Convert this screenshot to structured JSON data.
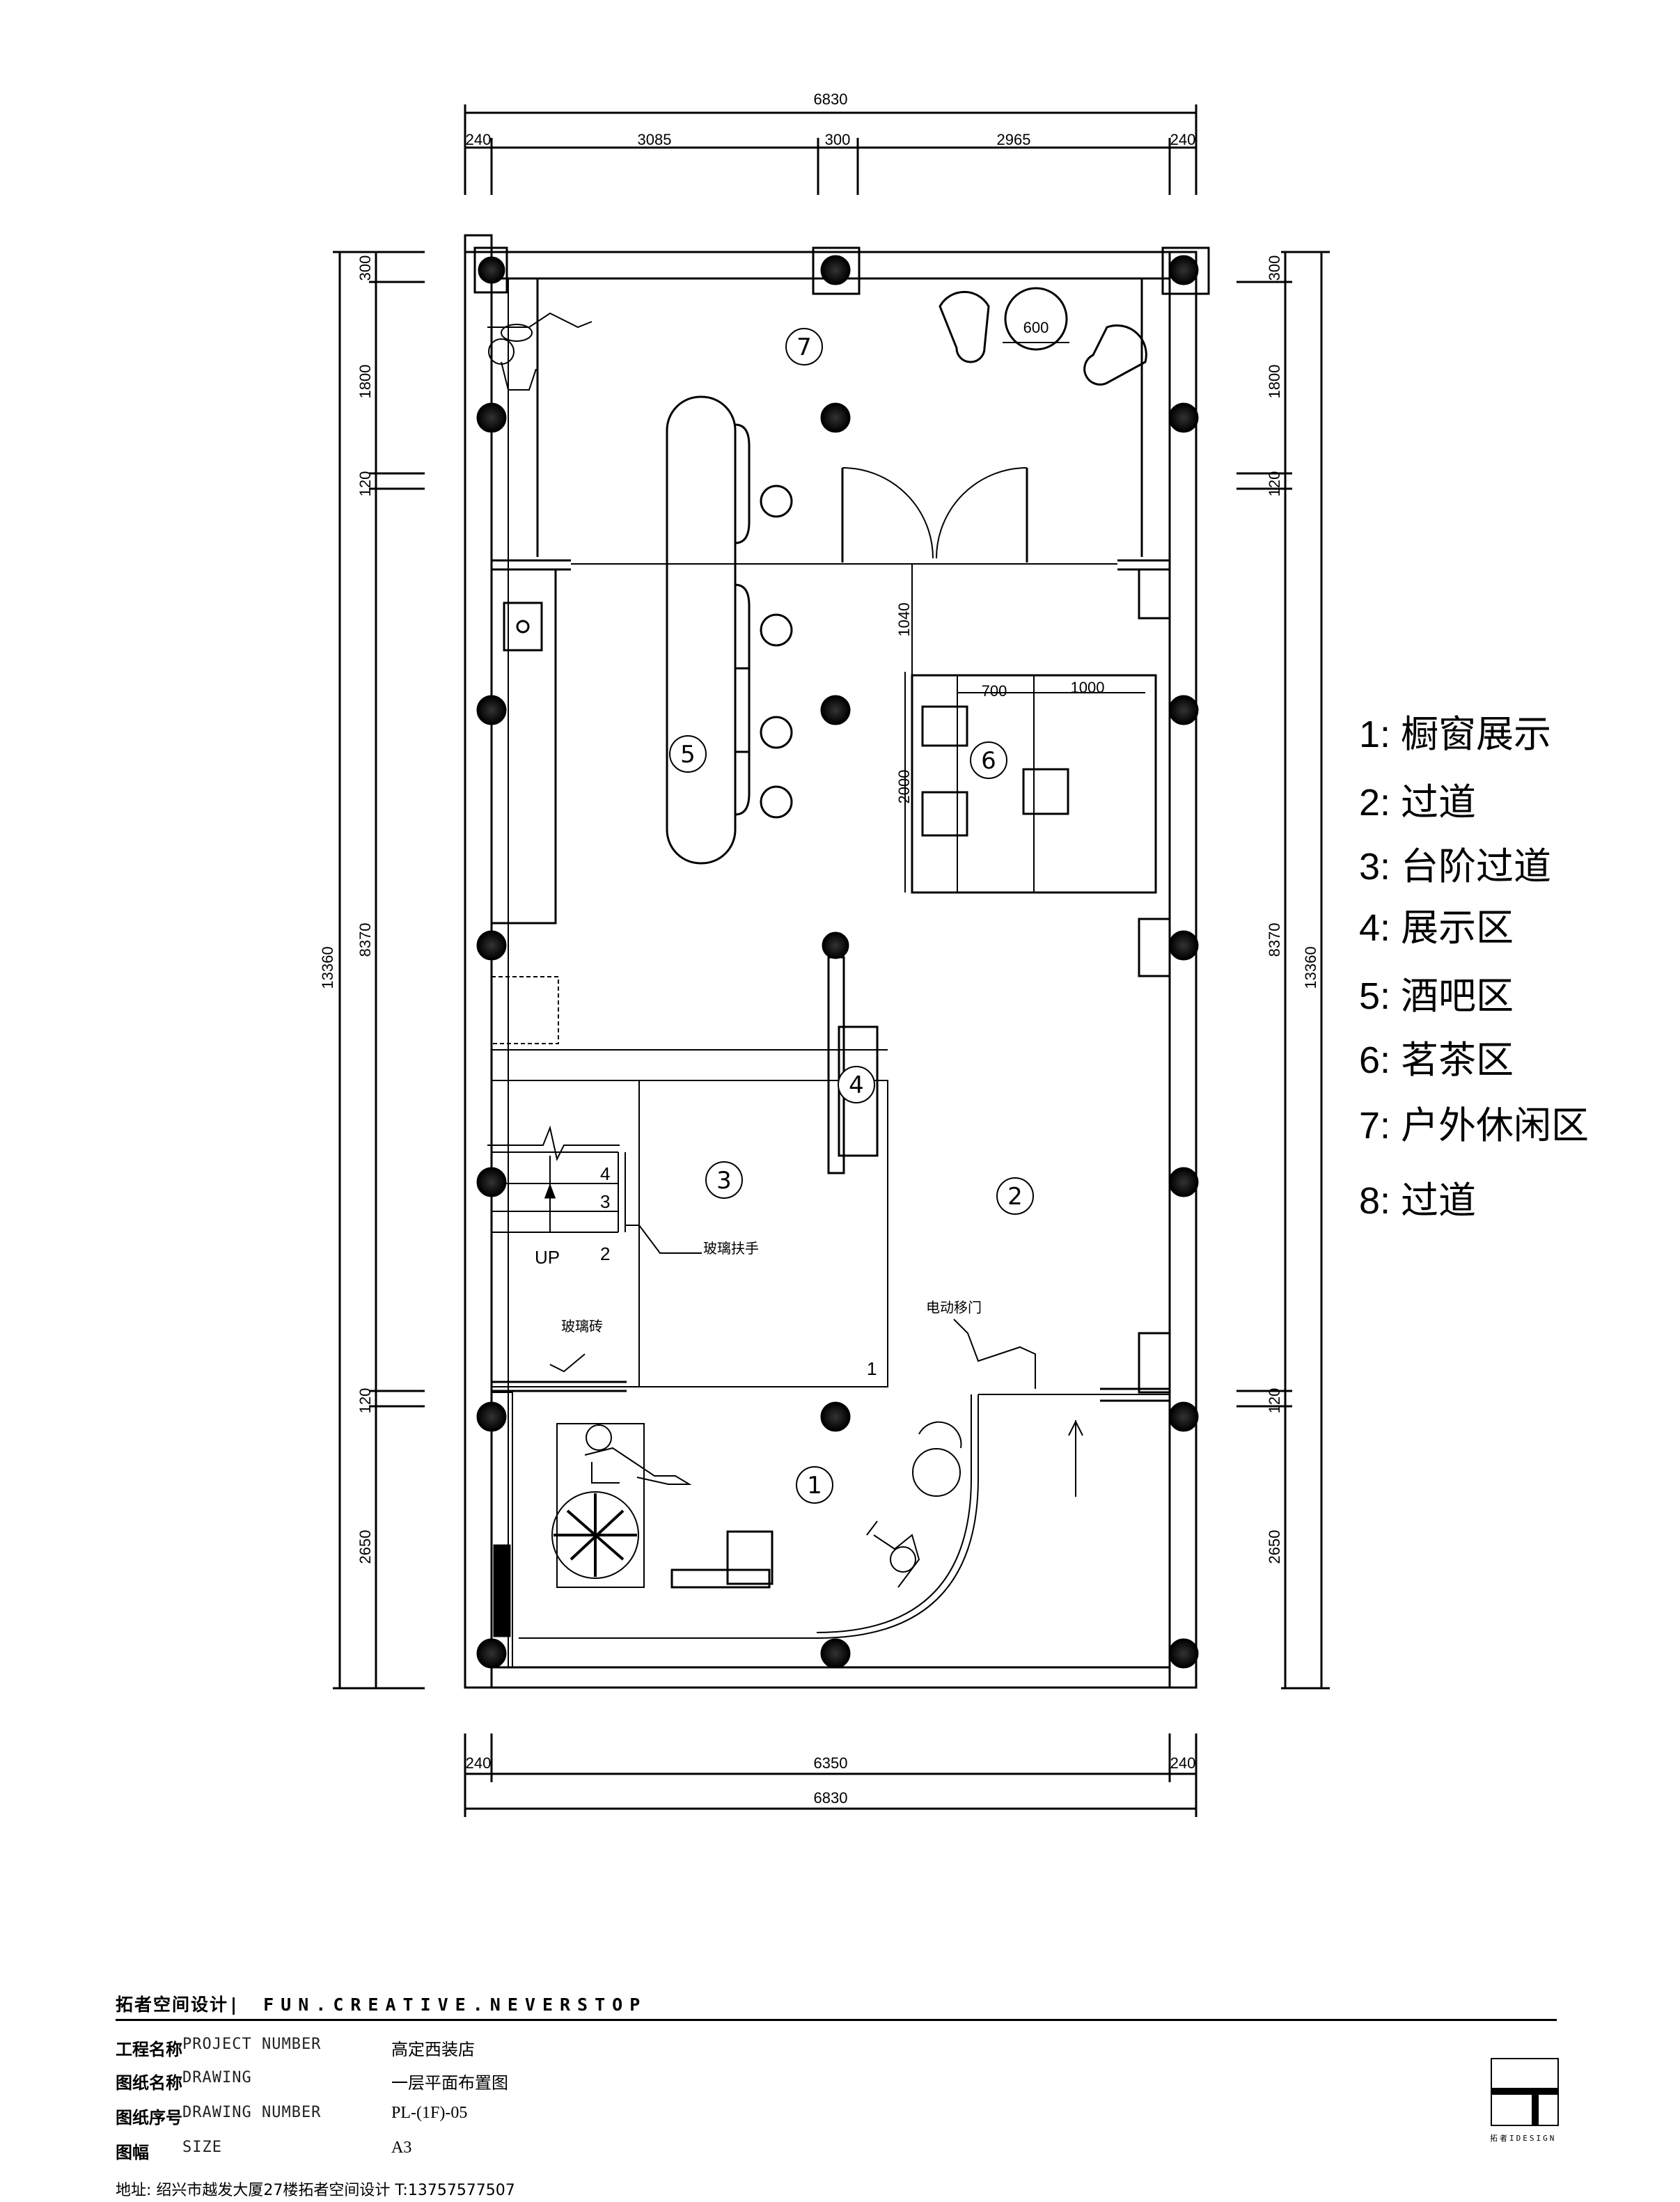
{
  "dimensions": {
    "top_total": "6830",
    "top_segments": [
      "240",
      "3085",
      "300",
      "2965",
      "240"
    ],
    "bottom_segments": [
      "240",
      "6350",
      "240"
    ],
    "bottom_total": "6830",
    "left_total": "13360",
    "left_mid": "8370",
    "left_segments": [
      "300",
      "1800",
      "120",
      "120",
      "2650"
    ],
    "right_total": "13360",
    "right_mid": "8370",
    "right_segments": [
      "300",
      "1800",
      "120",
      "120",
      "2650"
    ],
    "interior": {
      "table_diameter": "600",
      "tea_height": "1040",
      "tea_w1": "700",
      "tea_w2": "1000",
      "tea_length": "2000"
    }
  },
  "zones": [
    "1",
    "2",
    "3",
    "4",
    "5",
    "6",
    "7"
  ],
  "stairs": {
    "steps": [
      "4",
      "3",
      "2"
    ],
    "up": "UP",
    "landing": "1"
  },
  "annotations": {
    "glass_handrail": "玻璃扶手",
    "glass_brick": "玻璃砖",
    "electric_door": "电动移门"
  },
  "legend": [
    "1: 橱窗展示",
    "2: 过道",
    "3:  台阶过道",
    "4: 展示区",
    "5: 酒吧区",
    "6: 茗茶区",
    "7: 户外休闲区",
    "8: 过道"
  ],
  "title_block": {
    "brand": "拓者空间设计",
    "slogan": "| FUN.CREATIVE.NEVERSTOP",
    "rows": [
      {
        "label": "工程名称",
        "label_en": "PROJECT NUMBER",
        "value": "高定西装店"
      },
      {
        "label": "图纸名称",
        "label_en": "DRAWING",
        "value": "一层平面布置图"
      },
      {
        "label": "图纸序号",
        "label_en": "DRAWING NUMBER",
        "value": "PL-(1F)-05"
      },
      {
        "label": "图幅",
        "label_en": "SIZE",
        "value": "A3"
      }
    ],
    "address": "地址:  绍兴市越发大厦27楼拓者空间设计  T:13757577507",
    "logo_caption": "拓者IDESIGN"
  }
}
